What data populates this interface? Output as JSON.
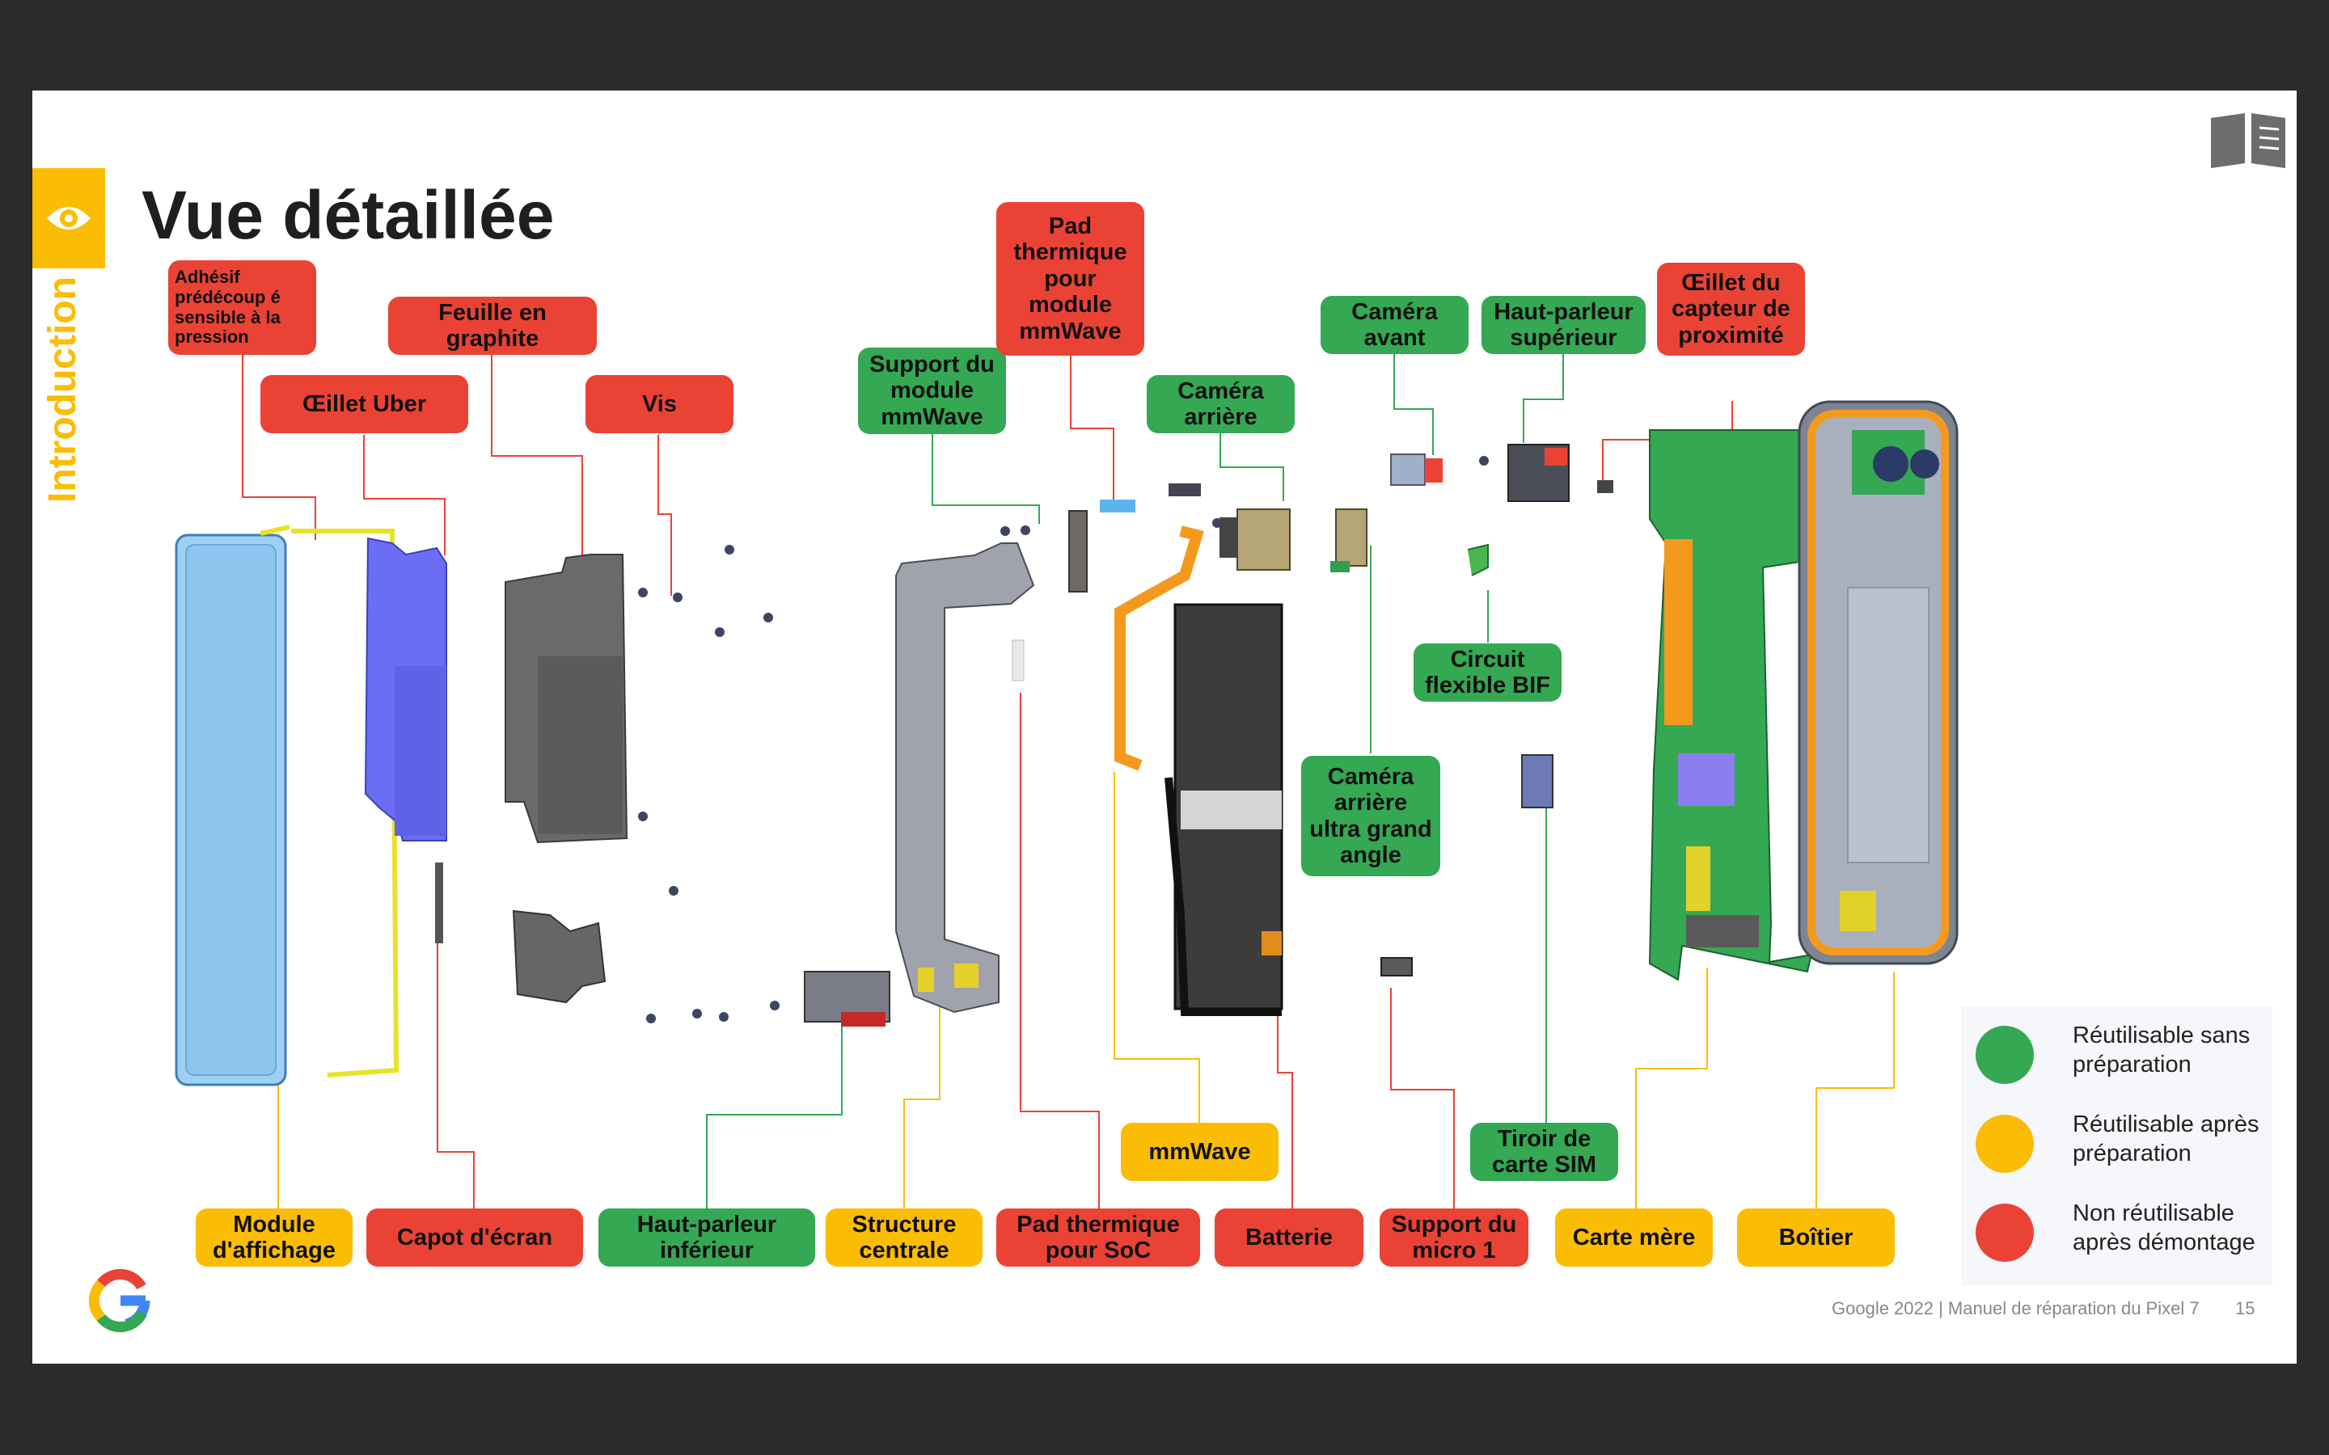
{
  "page": {
    "title": "Vue détaillée",
    "section": "Introduction",
    "footer": "Google 2022 | Manuel de réparation du Pixel 7",
    "page_number": "15"
  },
  "colors": {
    "red": "#ea4335",
    "green": "#34a853",
    "yellow": "#fbbc04",
    "section_tab": "#fbbc04"
  },
  "icons": [
    "eye-icon",
    "book-icon",
    "google-logo"
  ],
  "labels": {
    "adhesif": "Adhésif prédécoup é sensible à la pression",
    "feuille": "Feuille en graphite",
    "oeillet_uber": "Œillet Uber",
    "vis": "Vis",
    "support_mmwave": "Support du module mmWave",
    "pad_mmwave": "Pad thermique pour module mmWave",
    "camera_arriere": "Caméra arrière",
    "camera_avant": "Caméra avant",
    "hp_superieur": "Haut-parleur supérieur",
    "oeillet_proximite": "Œillet du capteur de proximité",
    "circuit_bif": "Circuit flexible BIF",
    "camera_ultra": "Caméra arrière ultra grand angle",
    "mmwave": "mmWave",
    "tiroir_sim": "Tiroir de carte SIM",
    "module_affichage": "Module d'affichage",
    "capot_ecran": "Capot d'écran",
    "hp_inferieur": "Haut-parleur inférieur",
    "structure_centrale": "Structure centrale",
    "pad_soc": "Pad thermique pour SoC",
    "batterie": "Batterie",
    "support_micro": "Support du micro 1",
    "carte_mere": "Carte mère",
    "boitier": "Boîtier"
  },
  "legend": [
    {
      "color": "#34a853",
      "text": "Réutilisable sans préparation"
    },
    {
      "color": "#fbbc04",
      "text": "Réutilisable après préparation"
    },
    {
      "color": "#ea4335",
      "text": "Non réutilisable après démontage"
    }
  ]
}
